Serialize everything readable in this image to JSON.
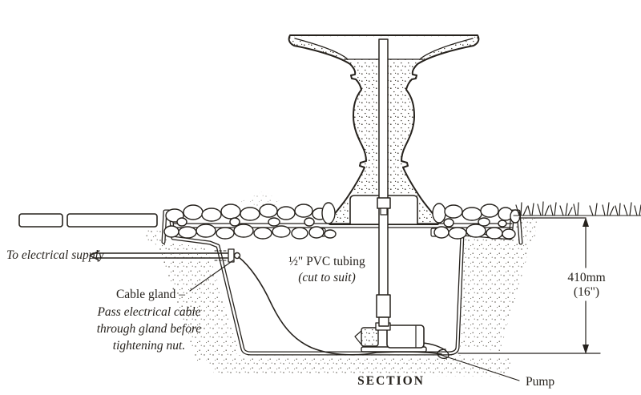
{
  "diagram": {
    "section_label": "SECTION",
    "annotations": {
      "electrical_supply": "To electrical supply",
      "cable_gland_title": "Cable gland –",
      "cable_gland_line1": "Pass electrical cable",
      "cable_gland_line2": "through gland before",
      "cable_gland_line3": "tightening nut.",
      "pvc_tubing": "½\" PVC tubing",
      "pvc_tubing_note": "(cut to suit)",
      "depth_mm": "410mm",
      "depth_in": "(16\")",
      "pump": "Pump"
    },
    "colors": {
      "ink": "#26221d",
      "paper": "#ffffff"
    }
  }
}
